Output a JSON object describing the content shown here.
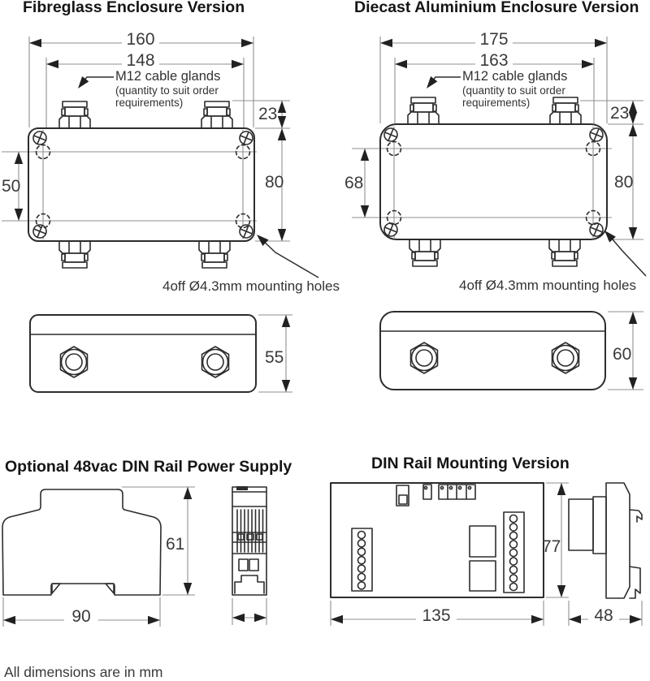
{
  "fibreglass": {
    "title": "Fibreglass Enclosure Version",
    "gland_label": "M12 cable glands",
    "gland_note_line1": "(quantity to suit order",
    "gland_note_line2": "requirements)",
    "mounting_holes_label": "4off Ø4.3mm mounting holes",
    "dim_overall_width": "160",
    "dim_gland_centres": "148",
    "dim_gland_height": "23",
    "dim_body_height": "80",
    "dim_hole_centres": "50",
    "dim_side_height": "55"
  },
  "diecast": {
    "title": "Diecast Aluminium Enclosure Version",
    "gland_label": "M12 cable glands",
    "gland_note_line1": "(quantity to suit order",
    "gland_note_line2": "requirements)",
    "mounting_holes_label": "4off Ø4.3mm mounting holes",
    "dim_overall_width": "175",
    "dim_gland_centres": "163",
    "dim_gland_height": "23",
    "dim_body_height": "80",
    "dim_hole_centres": "68",
    "dim_side_height": "60"
  },
  "power_supply": {
    "title": "Optional 48vac DIN Rail Power Supply",
    "dim_height": "61",
    "dim_width": "90"
  },
  "din_rail": {
    "title": "DIN Rail Mounting Version",
    "dim_height": "77",
    "dim_width": "135",
    "dim_depth": "48"
  },
  "page": {
    "footer_note": "All dimensions are in mm"
  }
}
